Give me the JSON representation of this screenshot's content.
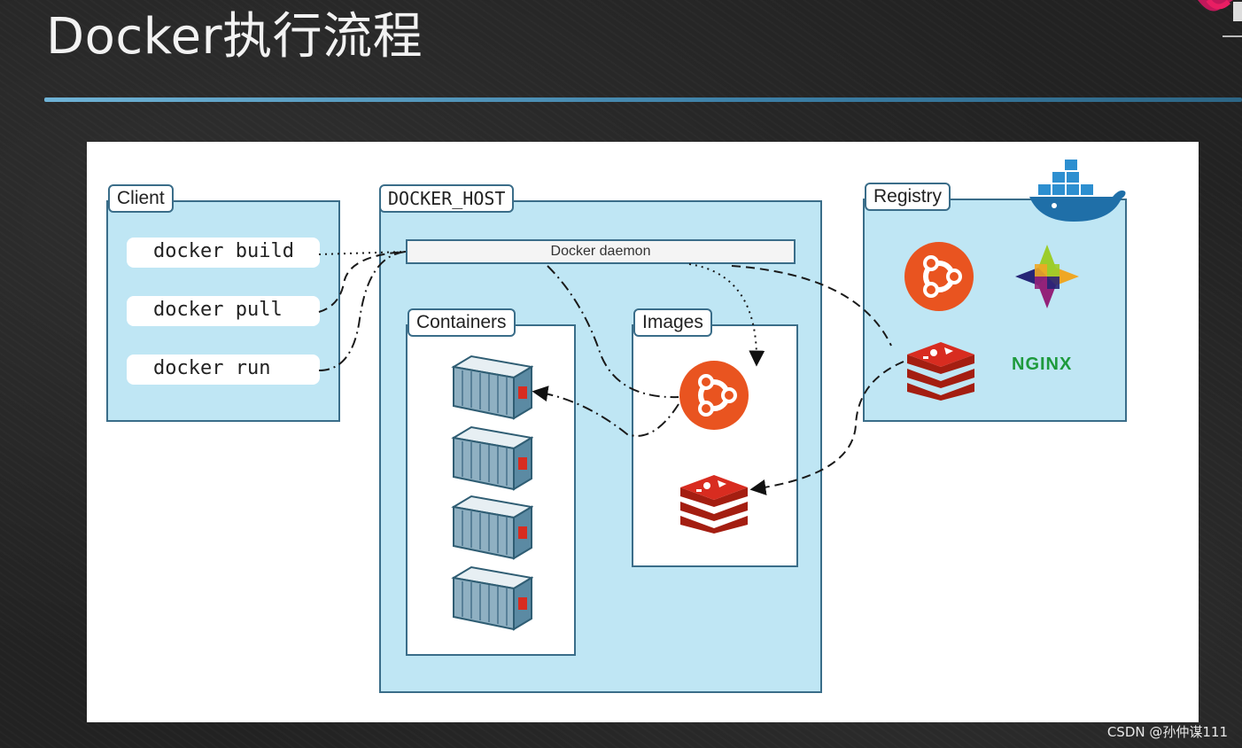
{
  "slide": {
    "title": "Docker执行流程"
  },
  "diagram": {
    "client": {
      "label": "Client",
      "commands": [
        "docker build",
        "docker pull",
        "docker run"
      ]
    },
    "docker_host": {
      "label": "DOCKER_HOST",
      "daemon_label": "Docker daemon",
      "containers_label": "Containers",
      "images_label": "Images"
    },
    "registry": {
      "label": "Registry",
      "nginx_text": "NGINX"
    }
  },
  "watermark": "CSDN @孙仲谋111",
  "colors": {
    "box_fill": "#bfe6f4",
    "box_border": "#3a6d89",
    "ubuntu_orange": "#e95420",
    "redis_red": "#d82c20",
    "nginx_green": "#1d9a3c",
    "docker_blue": "#2d8fd0"
  },
  "icons": [
    "ubuntu-icon",
    "redis-icon",
    "centos-icon",
    "nginx-logo",
    "docker-whale-icon",
    "container-icon"
  ]
}
